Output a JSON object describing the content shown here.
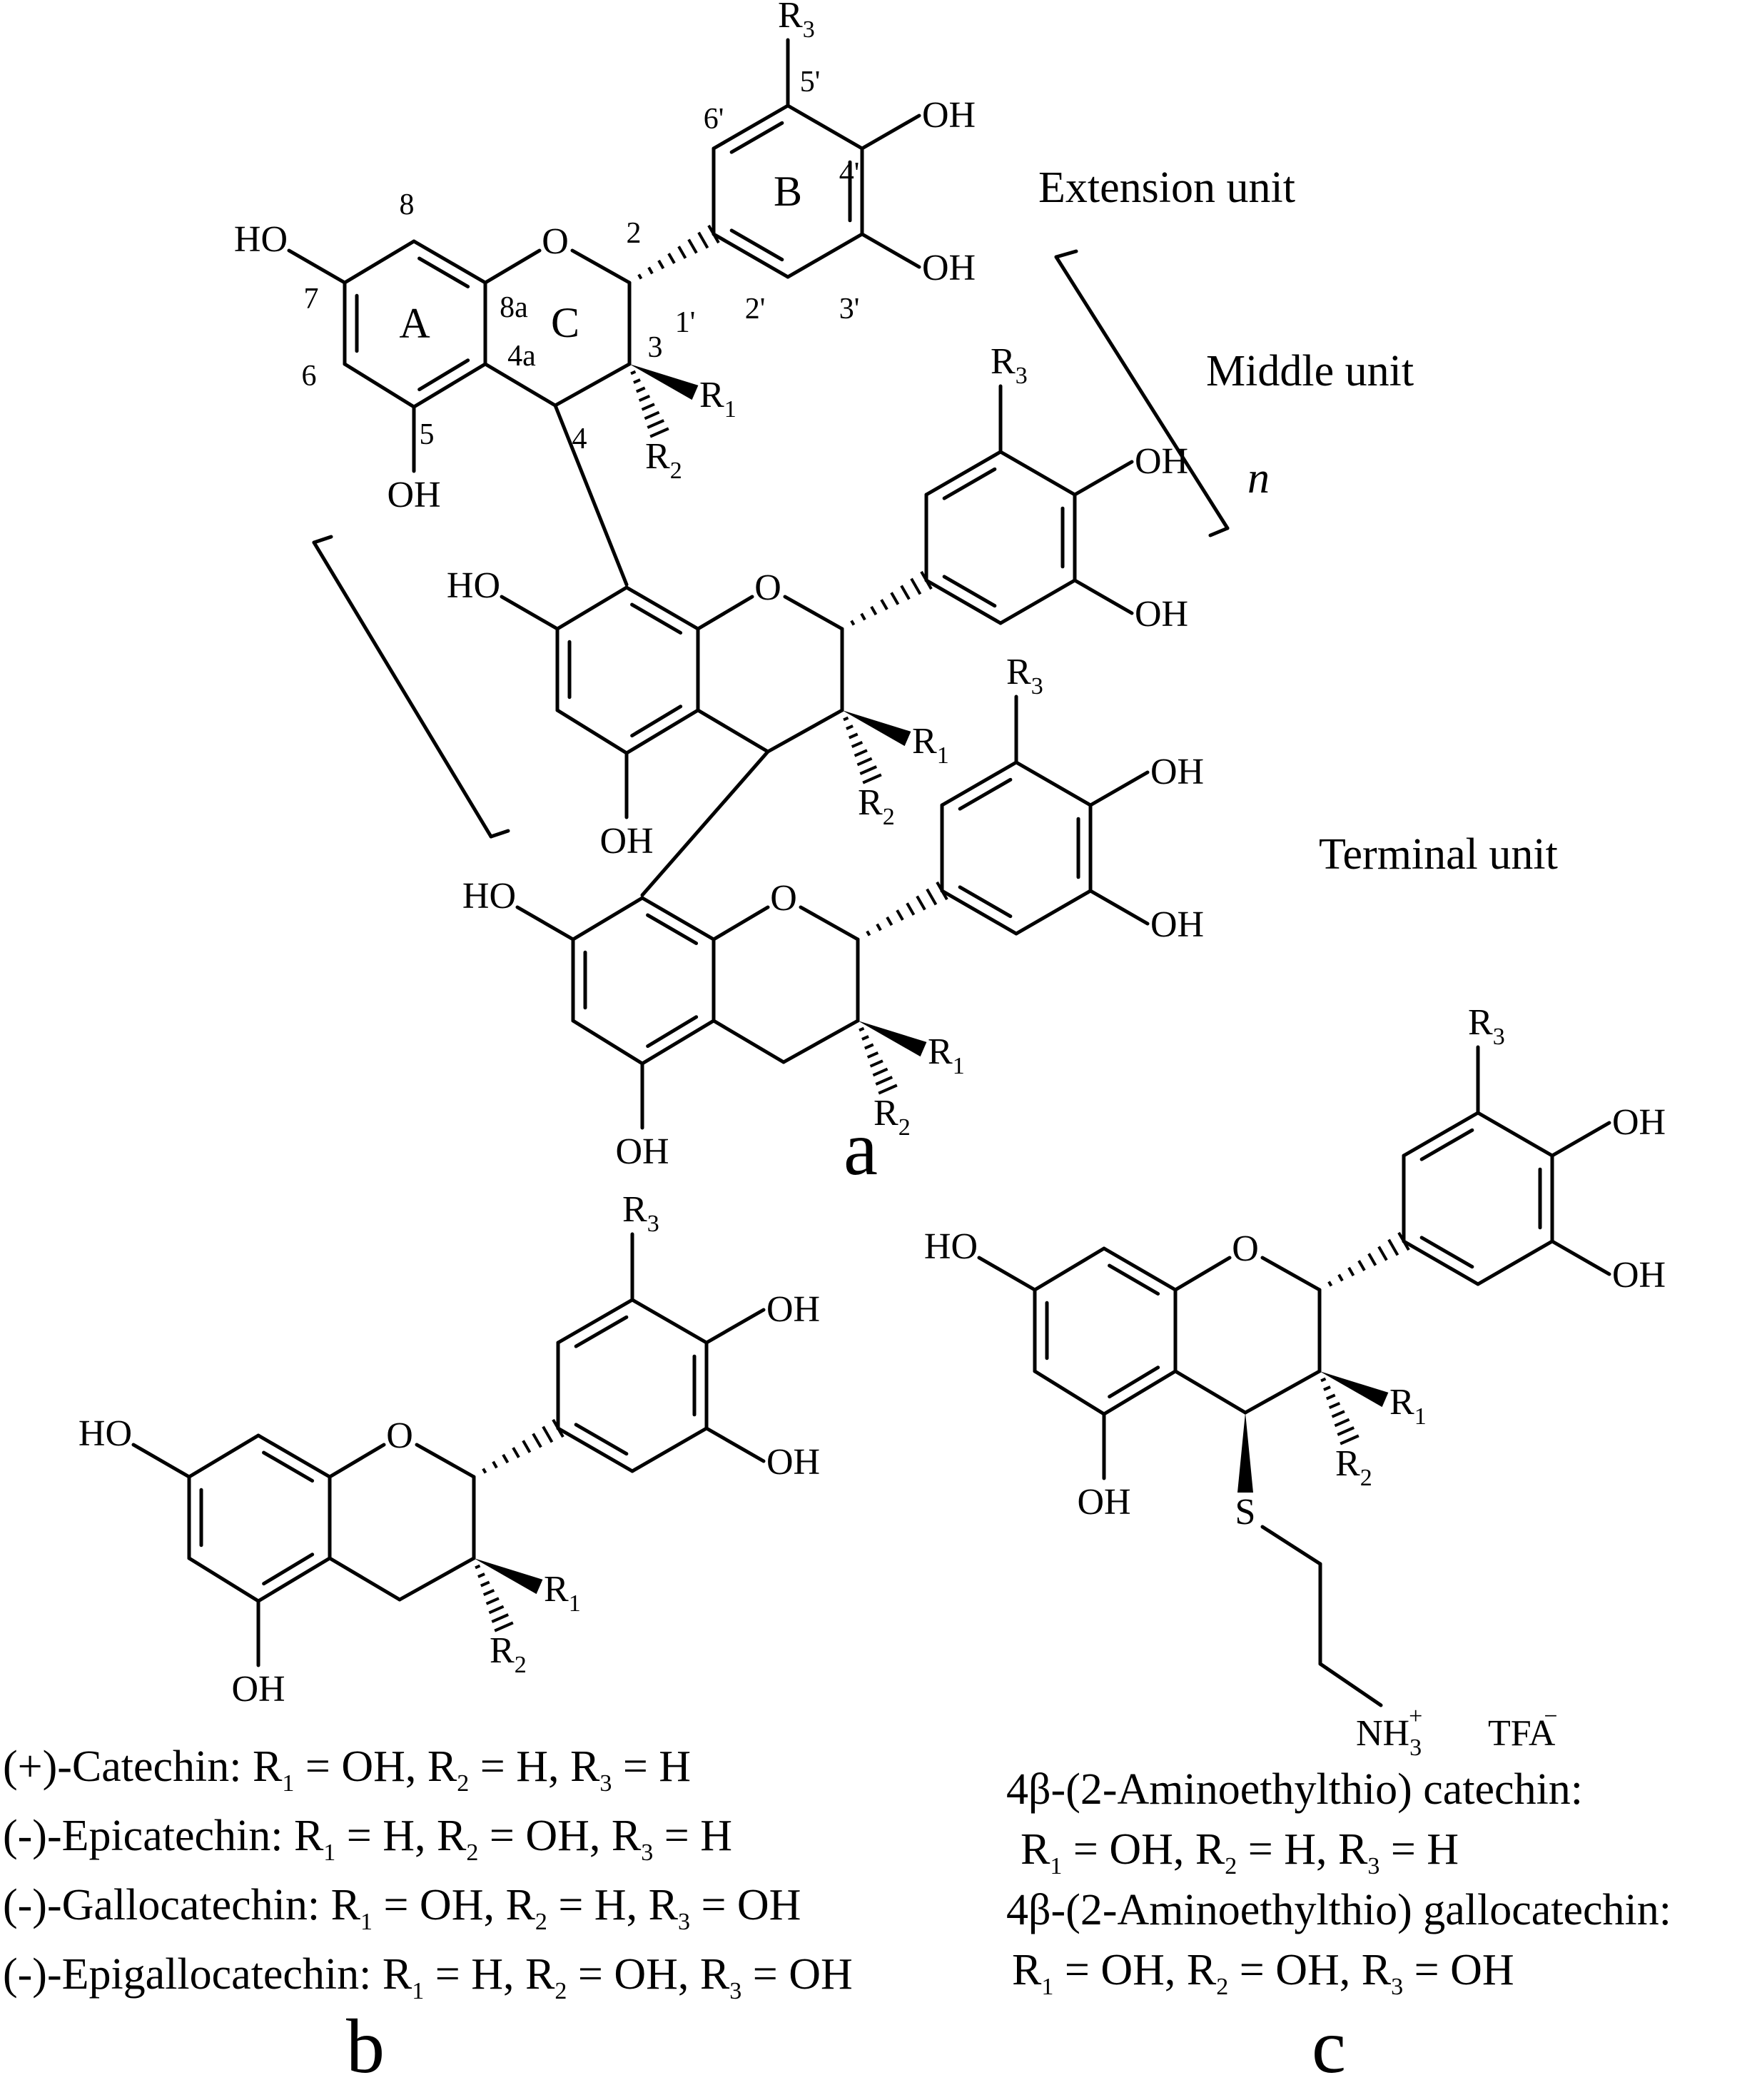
{
  "panel_labels": [
    "a",
    "b",
    "c"
  ],
  "unit_labels": [
    "Extension unit",
    "Middle unit",
    "Terminal unit"
  ],
  "repeat_label": "n",
  "ring_labels": [
    "A",
    "B",
    "C"
  ],
  "atom_numbers": [
    "2",
    "3",
    "4",
    "4a",
    "5",
    "6",
    "7",
    "8",
    "8a",
    "1'",
    "2'",
    "3'",
    "4'",
    "5'",
    "6'"
  ],
  "atoms": {
    "o": "O",
    "oh": "OH",
    "ho": "HO",
    "s": "S",
    "nh": "NH",
    "nh_sub": "3",
    "nh_sup": "+",
    "tfa": "TFA",
    "tfa_sup": "−",
    "r": "R",
    "r1": "1",
    "r2": "2",
    "r3": "3"
  },
  "legend_b": [
    {
      "name": "(+)-Catechin:",
      "r1": "OH",
      "r2": "H",
      "r3": "H"
    },
    {
      "name": "(-)-Epicatechin:",
      "r1": "H",
      "r2": "OH",
      "r3": "H"
    },
    {
      "name": "(-)-Gallocatechin:",
      "r1": "OH",
      "r2": "H",
      "r3": "OH"
    },
    {
      "name": "(-)-Epigallocatechin:",
      "r1": "H",
      "r2": "OH",
      "r3": "OH"
    }
  ],
  "legend_c": [
    {
      "name": "4β-(2-Aminoethylthio) catechin:",
      "r1": "OH",
      "r2": "H",
      "r3": "H"
    },
    {
      "name": "4β-(2-Aminoethylthio) gallocatechin:",
      "r1": "OH",
      "r2": "OH",
      "r3": "OH"
    }
  ]
}
